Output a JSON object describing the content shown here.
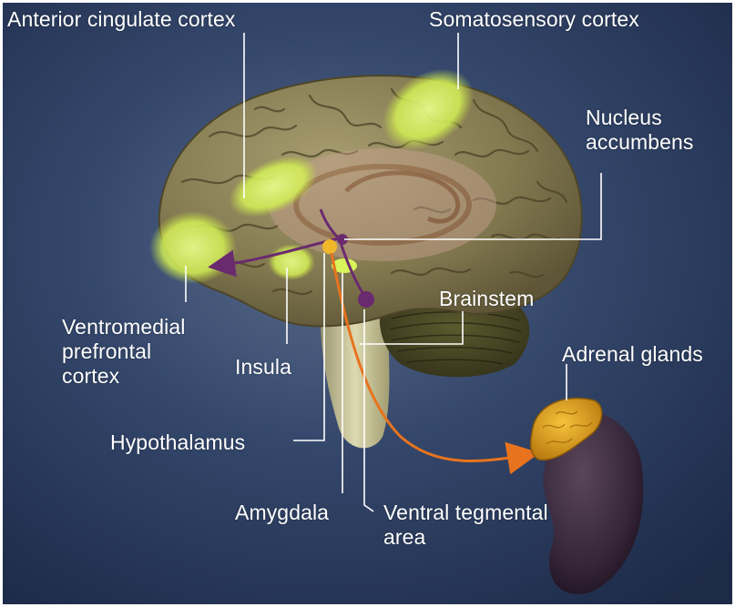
{
  "labels": {
    "anterior_cingulate_cortex": "Anterior cingulate cortex",
    "somatosensory_cortex": "Somatosensory cortex",
    "nucleus_accumbens": [
      "Nucleus",
      "accumbens"
    ],
    "brainstem": "Brainstem",
    "adrenal_glands": "Adrenal glands",
    "ventromedial_prefrontal_cortex": [
      "Ventromedial",
      "prefrontal",
      "cortex"
    ],
    "insula": "Insula",
    "hypothalamus": "Hypothalamus",
    "amygdala": "Amygdala",
    "ventral_tegmental_area": [
      "Ventral tegmental",
      "area"
    ]
  },
  "colors": {
    "background": "#2c3f62",
    "brain": "#8a8158",
    "highlight": "#d9f35a",
    "pathway_purple": "#6a2a6e",
    "pathway_orange": "#e8731e",
    "adrenal": "#e3a320",
    "kidney": "#3a2a38",
    "label_text": "#ffffff"
  }
}
